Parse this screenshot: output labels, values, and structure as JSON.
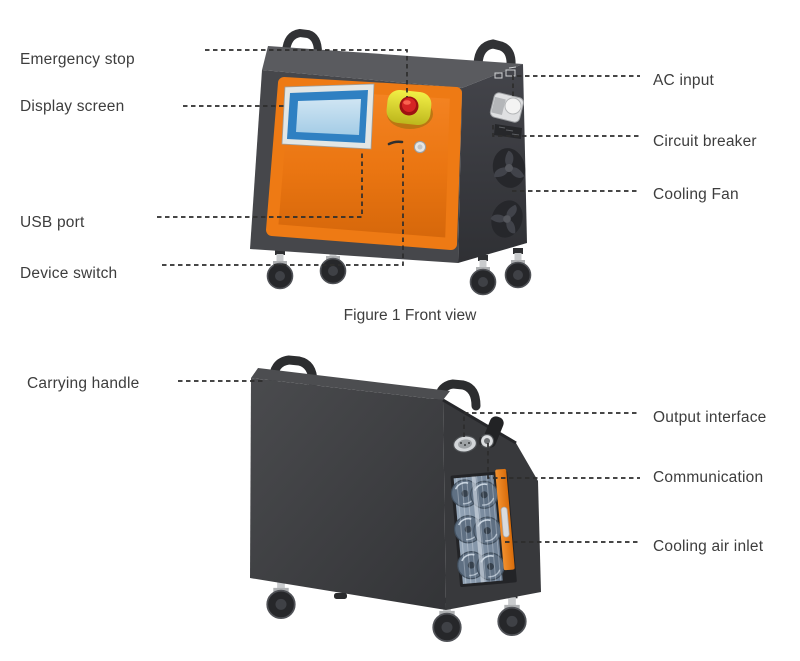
{
  "figure1": {
    "caption": "Figure 1 Front view",
    "left_labels": [
      {
        "text": "Emergency stop"
      },
      {
        "text": "Display screen"
      },
      {
        "text": "USB port"
      },
      {
        "text": "Device switch"
      }
    ],
    "right_labels": [
      {
        "text": "AC input"
      },
      {
        "text": "Circuit breaker"
      },
      {
        "text": "Cooling Fan"
      }
    ]
  },
  "figure2": {
    "left_labels": [
      {
        "text": "Carrying handle"
      }
    ],
    "right_labels": [
      {
        "text": "Output interface"
      },
      {
        "text": "Communication"
      },
      {
        "text": "Cooling air inlet"
      }
    ]
  },
  "colors": {
    "panel_orange": "#ee7a14",
    "body_gray": "#46474b",
    "top_gray": "#5a5b5f",
    "screen_bezel_blue": "#2f80c2",
    "screen_face_blue": "#b7d8ec",
    "estop_yellow": "#e8e434",
    "estop_red": "#d62424",
    "grille_blue": "#8ba0b4",
    "leader_line": "#2d2d2d",
    "label_text": "#3d3d3d",
    "background": "#ffffff"
  }
}
